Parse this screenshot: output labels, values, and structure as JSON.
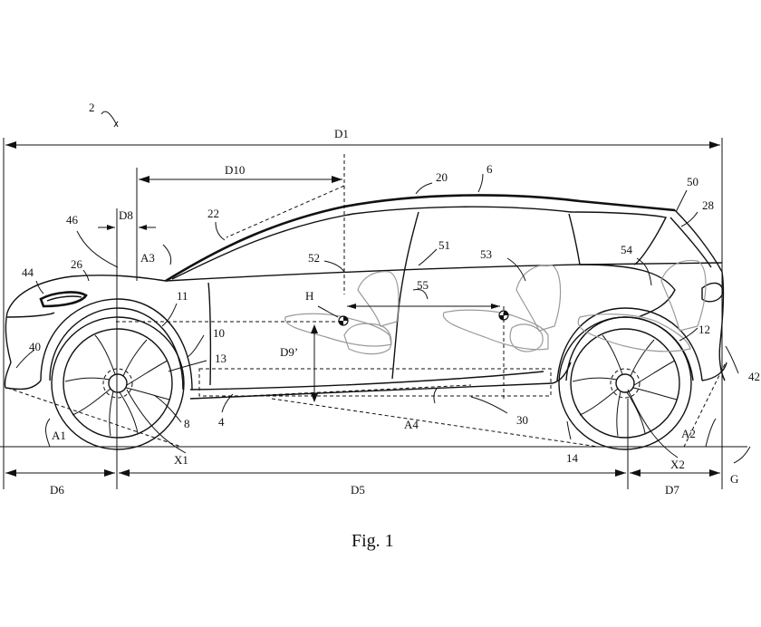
{
  "figure": {
    "caption": "Fig. 1",
    "reference_labels": {
      "ref_2": "2",
      "ref_6": "6",
      "ref_20": "20",
      "ref_50": "50",
      "ref_28": "28",
      "ref_22": "22",
      "ref_46": "46",
      "ref_26": "26",
      "ref_44": "44",
      "ref_40": "40",
      "ref_11": "11",
      "ref_10": "10",
      "ref_13": "13",
      "ref_8": "8",
      "ref_4": "4",
      "ref_30": "30",
      "ref_14": "14",
      "ref_12": "12",
      "ref_42": "42",
      "ref_51": "51",
      "ref_52": "52",
      "ref_53": "53",
      "ref_54": "54",
      "ref_55": "55",
      "ref_H": "H",
      "ref_X1": "X1",
      "ref_X2": "X2",
      "ref_G": "G"
    },
    "dimension_labels": {
      "D1": "D1",
      "D5": "D5",
      "D6": "D6",
      "D7": "D7",
      "D8": "D8",
      "D9p": "D9’",
      "D10": "D10"
    },
    "angle_labels": {
      "A1": "A1",
      "A2": "A2",
      "A3": "A3",
      "A4": "A4"
    }
  }
}
